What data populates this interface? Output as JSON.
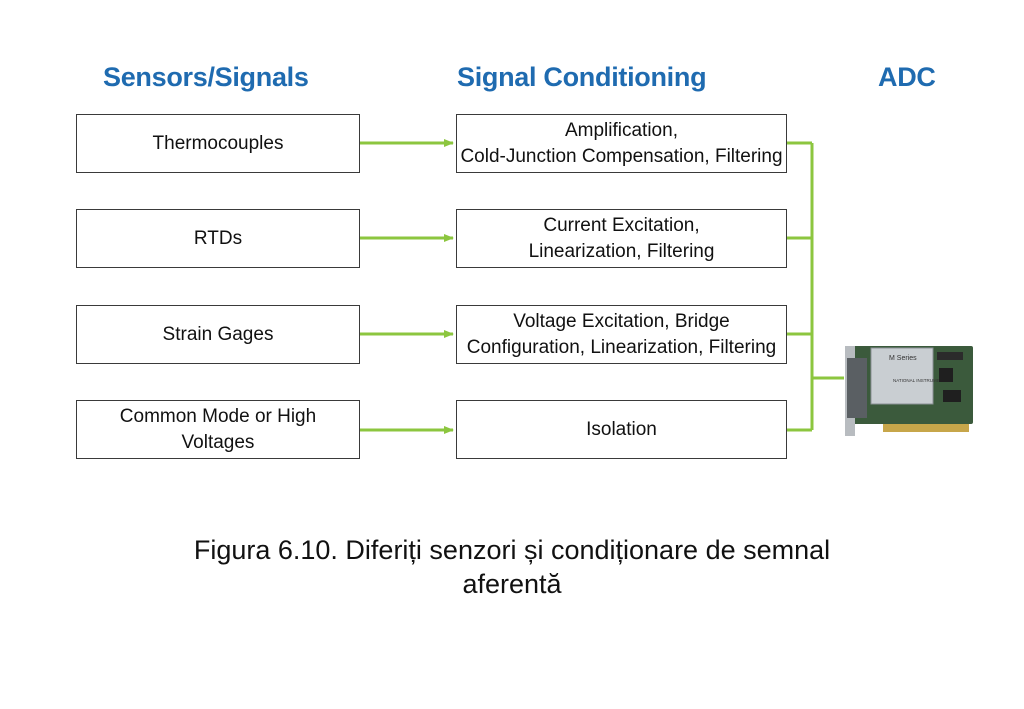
{
  "headers": {
    "sensors": "Sensors/Signals",
    "conditioning": "Signal Conditioning",
    "adc": "ADC"
  },
  "sensors": [
    {
      "lines": [
        "Thermocouples"
      ]
    },
    {
      "lines": [
        "RTDs"
      ]
    },
    {
      "lines": [
        "Strain Gages"
      ]
    },
    {
      "lines": [
        "Common Mode or High",
        "Voltages"
      ]
    }
  ],
  "conditioning": [
    {
      "lines": [
        "Amplification,",
        "Cold-Junction Compensation, Filtering"
      ]
    },
    {
      "lines": [
        "Current Excitation,",
        "Linearization, Filtering"
      ]
    },
    {
      "lines": [
        "Voltage Excitation, Bridge",
        "Configuration, Linearization, Filtering"
      ]
    },
    {
      "lines": [
        "Isolation"
      ]
    }
  ],
  "adc_card": {
    "label": "M Series",
    "brand": "NATIONAL INSTRUMENTS"
  },
  "caption": {
    "line1": "Figura 6.10. Diferiți senzori și condiționare de semnal",
    "line2": "aferentă"
  },
  "colors": {
    "header": "#1f6bb0",
    "wire": "#8cc63f",
    "border": "#3a3a3a"
  }
}
